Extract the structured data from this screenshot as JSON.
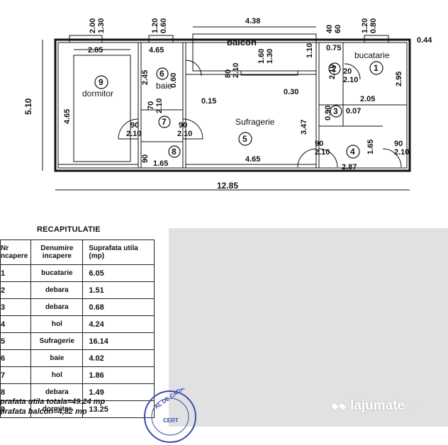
{
  "plan": {
    "rooms": {
      "dormitor": "dormitor",
      "baie": "baie",
      "sufragerie": "Sufragerie",
      "bucatarie": "bucatarie",
      "balcon": "balcon"
    },
    "numbers": [
      "1",
      "2",
      "3",
      "4",
      "5",
      "6",
      "7",
      "8",
      "9"
    ],
    "dims": {
      "d285": "2.85",
      "d465a": "4.65",
      "d438": "4.38",
      "d044": "0.44",
      "d465v": "4.65",
      "d245": "2.45",
      "d090": "0.90",
      "d015": "0.15",
      "d347": "3.47",
      "d465b": "4.65",
      "d165a": "1.65",
      "d165b": "1.65",
      "d287": "2.87",
      "d205": "2.05",
      "d295": "2.95",
      "d030": "0.30",
      "d007": "0.07",
      "d110": "1.10",
      "d075": "0.75",
      "d1285": "12.85",
      "d510": "5.10",
      "d090b": "0.90",
      "t200": "2.00",
      "t130": "1.30",
      "t120a": "1.20",
      "t060a": "0.60",
      "t040": "40",
      "t060b": "60",
      "t120b": "1.20",
      "t080": "0.80",
      "b160": "1.60",
      "b130": "1.30",
      "w80": "80",
      "w210": "2.10",
      "w70": "70",
      "w90": "90",
      "w60": "0.60",
      "w20": "20"
    }
  },
  "recap": {
    "title": "RECAPITULATIE",
    "headers": {
      "nr": "Nr",
      "nr2": "ncapere",
      "den": "Denumire",
      "den2": "incapere",
      "sup": "Suprafata utila",
      "sup2": "(mp)"
    },
    "rows": [
      {
        "nr": "1",
        "name": "bucatarie",
        "area": "6.05"
      },
      {
        "nr": "2",
        "name": "debara",
        "area": "1.51"
      },
      {
        "nr": "3",
        "name": "debara",
        "area": "0.68"
      },
      {
        "nr": "4",
        "name": "hol",
        "area": "4.24"
      },
      {
        "nr": "5",
        "name": "Sufragerie",
        "area": "16.14"
      },
      {
        "nr": "6",
        "name": "baie",
        "area": "4.02"
      },
      {
        "nr": "7",
        "name": "hol",
        "area": "1.86"
      },
      {
        "nr": "8",
        "name": "debara",
        "area": "1.49"
      },
      {
        "nr": "9",
        "name": "dormitor",
        "area": "13.25"
      }
    ],
    "total_useful": "prafata utila totala=49.24 mp",
    "total_balcony": "prafata balcon=4,82 mp"
  },
  "stamp": {
    "text1": "AL DE CADAS",
    "text2": "CERT"
  },
  "watermark": {
    "brand": "lajumate",
    "tld": ".ro"
  }
}
